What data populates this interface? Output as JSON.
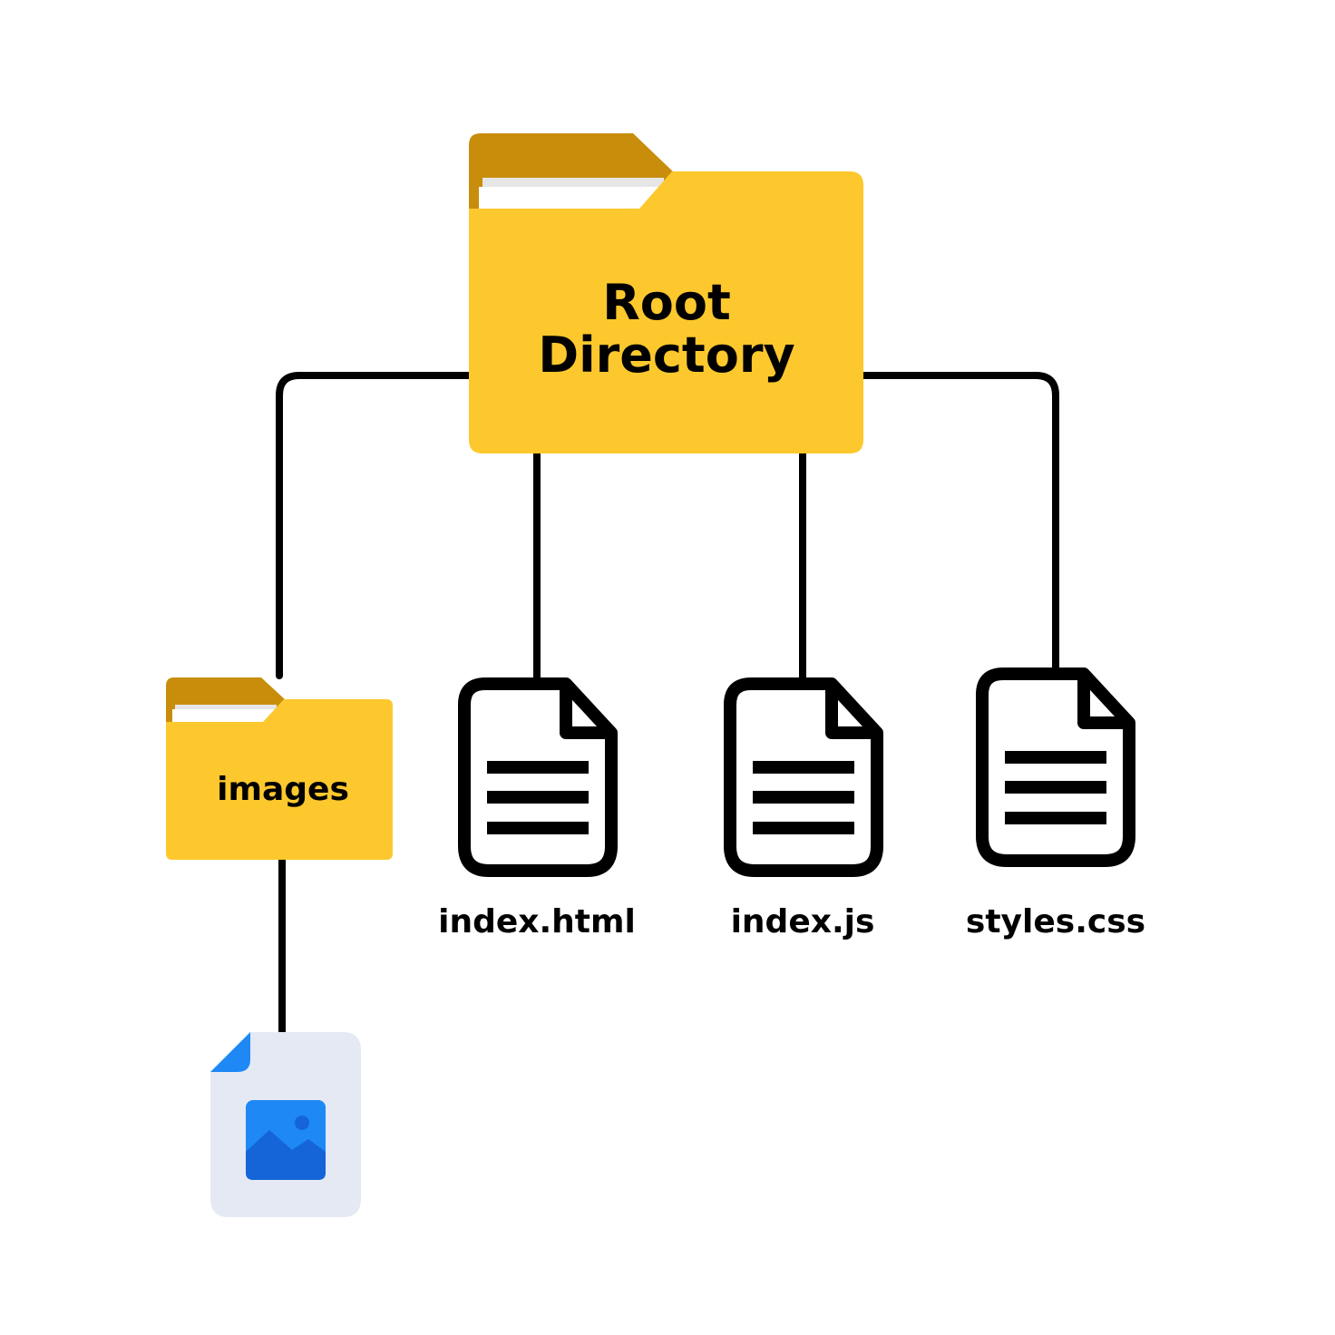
{
  "colors": {
    "folder_body": "#FDC82D",
    "folder_tab": "#C88D0B",
    "paper": "#FFFFFF",
    "paper_shade": "#E6E6E6",
    "line": "#000000",
    "image_file_bg": "#E4E9F3",
    "image_accent": "#1E88F5",
    "image_mountain": "#1565D8"
  },
  "root": {
    "label_line1": "Root",
    "label_line2": "Directory",
    "icon": "folder-icon"
  },
  "images_folder": {
    "label": "images",
    "icon": "folder-icon"
  },
  "image_file": {
    "icon": "image-file-icon"
  },
  "files": [
    {
      "label": "index.html",
      "icon": "document-icon"
    },
    {
      "label": "index.js",
      "icon": "document-icon"
    },
    {
      "label": "styles.css",
      "icon": "document-icon"
    }
  ]
}
